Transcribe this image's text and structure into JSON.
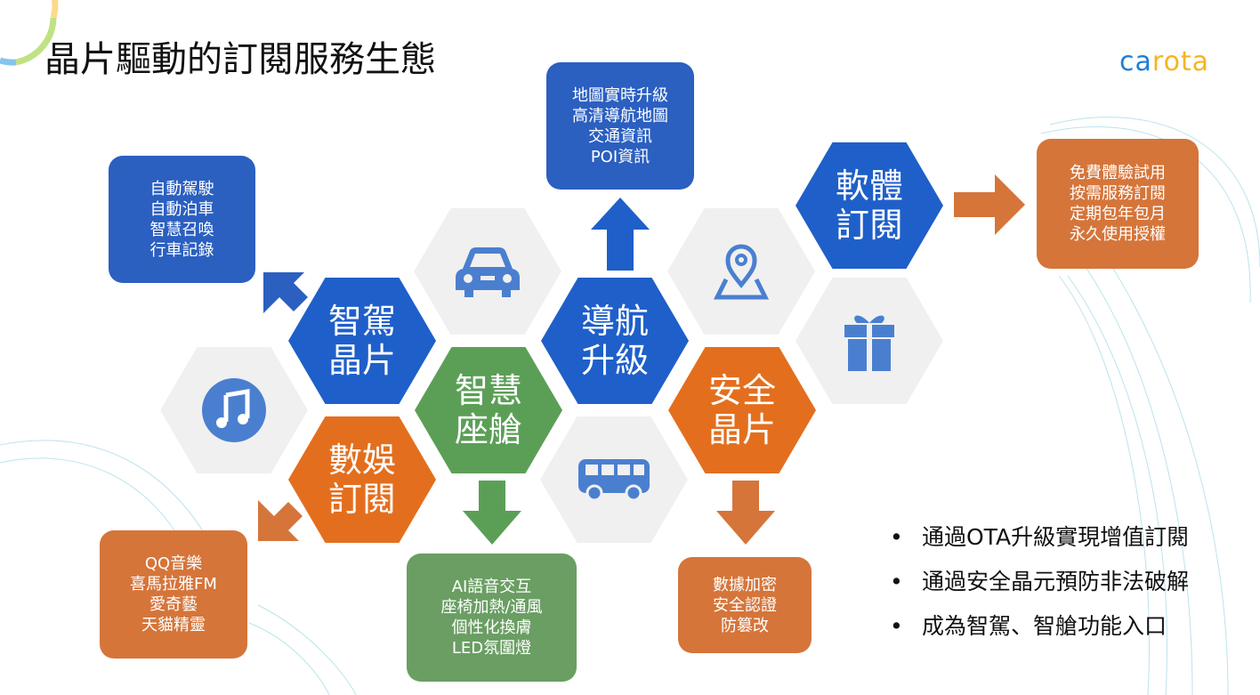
{
  "title": "晶片驅動的訂閱服務生態",
  "logo": {
    "text": "carota",
    "colors": {
      "blue": "#1e7fd6",
      "yellow": "#f5b520"
    }
  },
  "hexagons": {
    "smart_drive": [
      "智駕",
      "晶片"
    ],
    "navigation": [
      "導航",
      "升級"
    ],
    "software_sub": [
      "軟體",
      "訂閱"
    ],
    "cockpit": [
      "智慧",
      "座艙"
    ],
    "security": [
      "安全",
      "晶片"
    ],
    "entertainment": [
      "數娛",
      "訂閱"
    ]
  },
  "boxes": {
    "smart_drive": [
      "自動駕駛",
      "自動泊車",
      "智慧召喚",
      "行車記錄"
    ],
    "navigation": [
      "地圖實時升級",
      "高清導航地圖",
      "交通資訊",
      "POI資訊"
    ],
    "software_sub": [
      "免費體驗試用",
      "按需服務訂閱",
      "定期包年包月",
      "永久使用授權"
    ],
    "entertainment": [
      "QQ音樂",
      "喜馬拉雅FM",
      "愛奇藝",
      "天貓精靈"
    ],
    "cockpit": [
      "AI語音交互",
      "座椅加熱/通風",
      "個性化換膚",
      "LED氛圍燈"
    ],
    "security": [
      "數據加密",
      "安全認證",
      "防篡改"
    ]
  },
  "bullets": [
    "通過OTA升級實現增值訂閱",
    "通過安全晶元預防非法破解",
    "成為智駕、智艙功能入口"
  ],
  "bullet_symbol": "•",
  "colors": {
    "blue": "#1f5fc9",
    "orange": "#e36f1e",
    "green": "#5b9f57",
    "gray": "#f0f0f0",
    "icon": "#4a7fd0"
  }
}
